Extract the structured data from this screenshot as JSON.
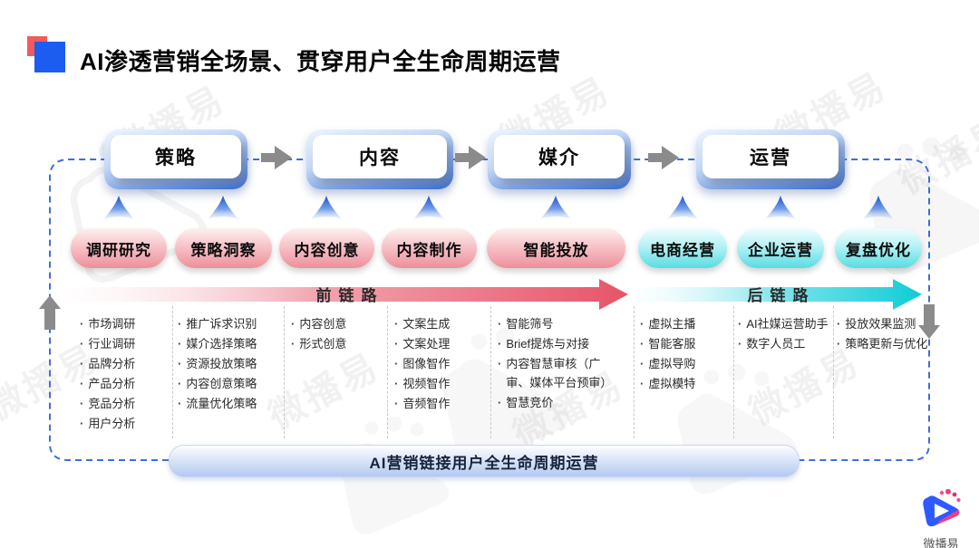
{
  "title": "AI渗透营销全场景、贯穿用户全生命周期运营",
  "stages": [
    {
      "label": "策略"
    },
    {
      "label": "内容"
    },
    {
      "label": "媒介"
    },
    {
      "label": "运营"
    }
  ],
  "pills": [
    {
      "label": "调研研究",
      "type": "pink"
    },
    {
      "label": "策略洞察",
      "type": "pink"
    },
    {
      "label": "内容创意",
      "type": "pink"
    },
    {
      "label": "内容制作",
      "type": "pink"
    },
    {
      "label": "智能投放",
      "type": "pink"
    },
    {
      "label": "电商经营",
      "type": "cyan"
    },
    {
      "label": "企业运营",
      "type": "cyan"
    },
    {
      "label": "复盘优化",
      "type": "cyan"
    }
  ],
  "chains": {
    "front_label": "前链路",
    "back_label": "后链路"
  },
  "columns": [
    {
      "items": [
        "市场调研",
        "行业调研",
        "品牌分析",
        "产品分析",
        "竞品分析",
        "用户分析"
      ]
    },
    {
      "items": [
        "推广诉求识别",
        "媒介选择策略",
        "资源投放策略",
        "内容创意策略",
        "流量优化策略"
      ]
    },
    {
      "items": [
        "内容创意",
        "形式创意"
      ]
    },
    {
      "items": [
        "文案生成",
        "文案处理",
        "图像智作",
        "视频智作",
        "音频智作"
      ]
    },
    {
      "items": [
        "智能筛号",
        "Brief提炼与对接",
        "内容智慧审核（广审、媒体平台预审）",
        "智慧竞价"
      ]
    },
    {
      "items": [
        "虚拟主播",
        "智能客服",
        "虚拟导购",
        "虚拟模特"
      ]
    },
    {
      "items": [
        "AI社媒运营助手",
        "数字人员工"
      ]
    },
    {
      "items": [
        "投放效果监测",
        "策略更新与优化"
      ]
    }
  ],
  "bottom_banner": "AI营销链接用户全生命周期运营",
  "brand": {
    "name": "微播易"
  },
  "watermark_text": "微播易",
  "colors": {
    "accent_blue": "#1d5cf0",
    "title_red": "#f25b5b",
    "pink_pill": "#ee8f99",
    "cyan_pill": "#57dde2",
    "front_arrow": "#e85468",
    "back_arrow": "#0fccd7",
    "dashed_line": "#3f6fd6",
    "connector_gray": "#8b8b8b"
  }
}
